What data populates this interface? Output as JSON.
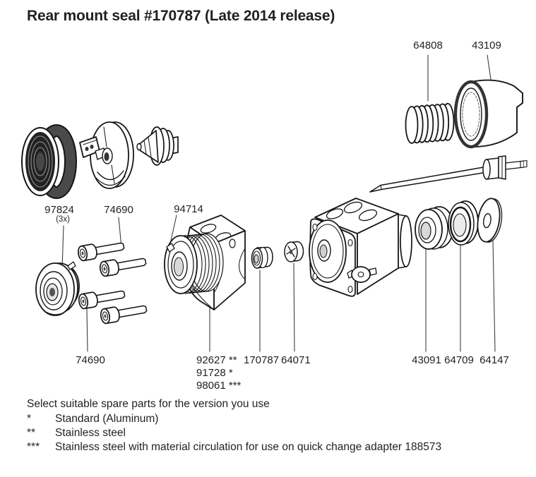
{
  "page": {
    "title": "Rear mount seal #170787 (Late 2014 release)"
  },
  "labels": {
    "spring": "64808",
    "retaining_cap": "43109",
    "seal_set": "97824",
    "seal_set_qty": "(3x)",
    "screws_top": "74690",
    "screws_bottom": "74690",
    "seal_carrier": "94714",
    "seat_stainless": "92627 **",
    "seat_standard": "91728 *",
    "seat_circulation": "98061 ***",
    "rear_mount_seal": "170787",
    "needle_nut": "64071",
    "gland_ring": "43091",
    "seal_ring": "64709",
    "washer": "64147"
  },
  "legend": {
    "intro": "Select suitable spare parts for the version you use",
    "items": [
      {
        "marker": "*",
        "text": "Standard (Aluminum)"
      },
      {
        "marker": "**",
        "text": "Stainless steel"
      },
      {
        "marker": "***",
        "text": "Stainless steel with material circulation for use on quick change adapter 188573"
      }
    ]
  }
}
